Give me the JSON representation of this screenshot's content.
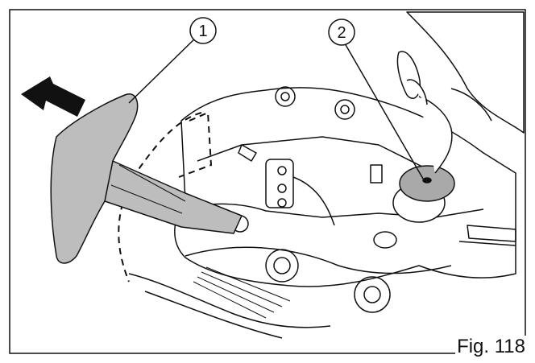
{
  "figure": {
    "label": "Fig. 118",
    "callouts": [
      {
        "number": "1",
        "target": "removal-tool"
      },
      {
        "number": "2",
        "target": "plug-cap"
      }
    ]
  },
  "colors": {
    "stroke": "#111111",
    "tool_fill": "#bdbdbd",
    "cap_fill": "#a9a9a9",
    "background": "#ffffff"
  }
}
